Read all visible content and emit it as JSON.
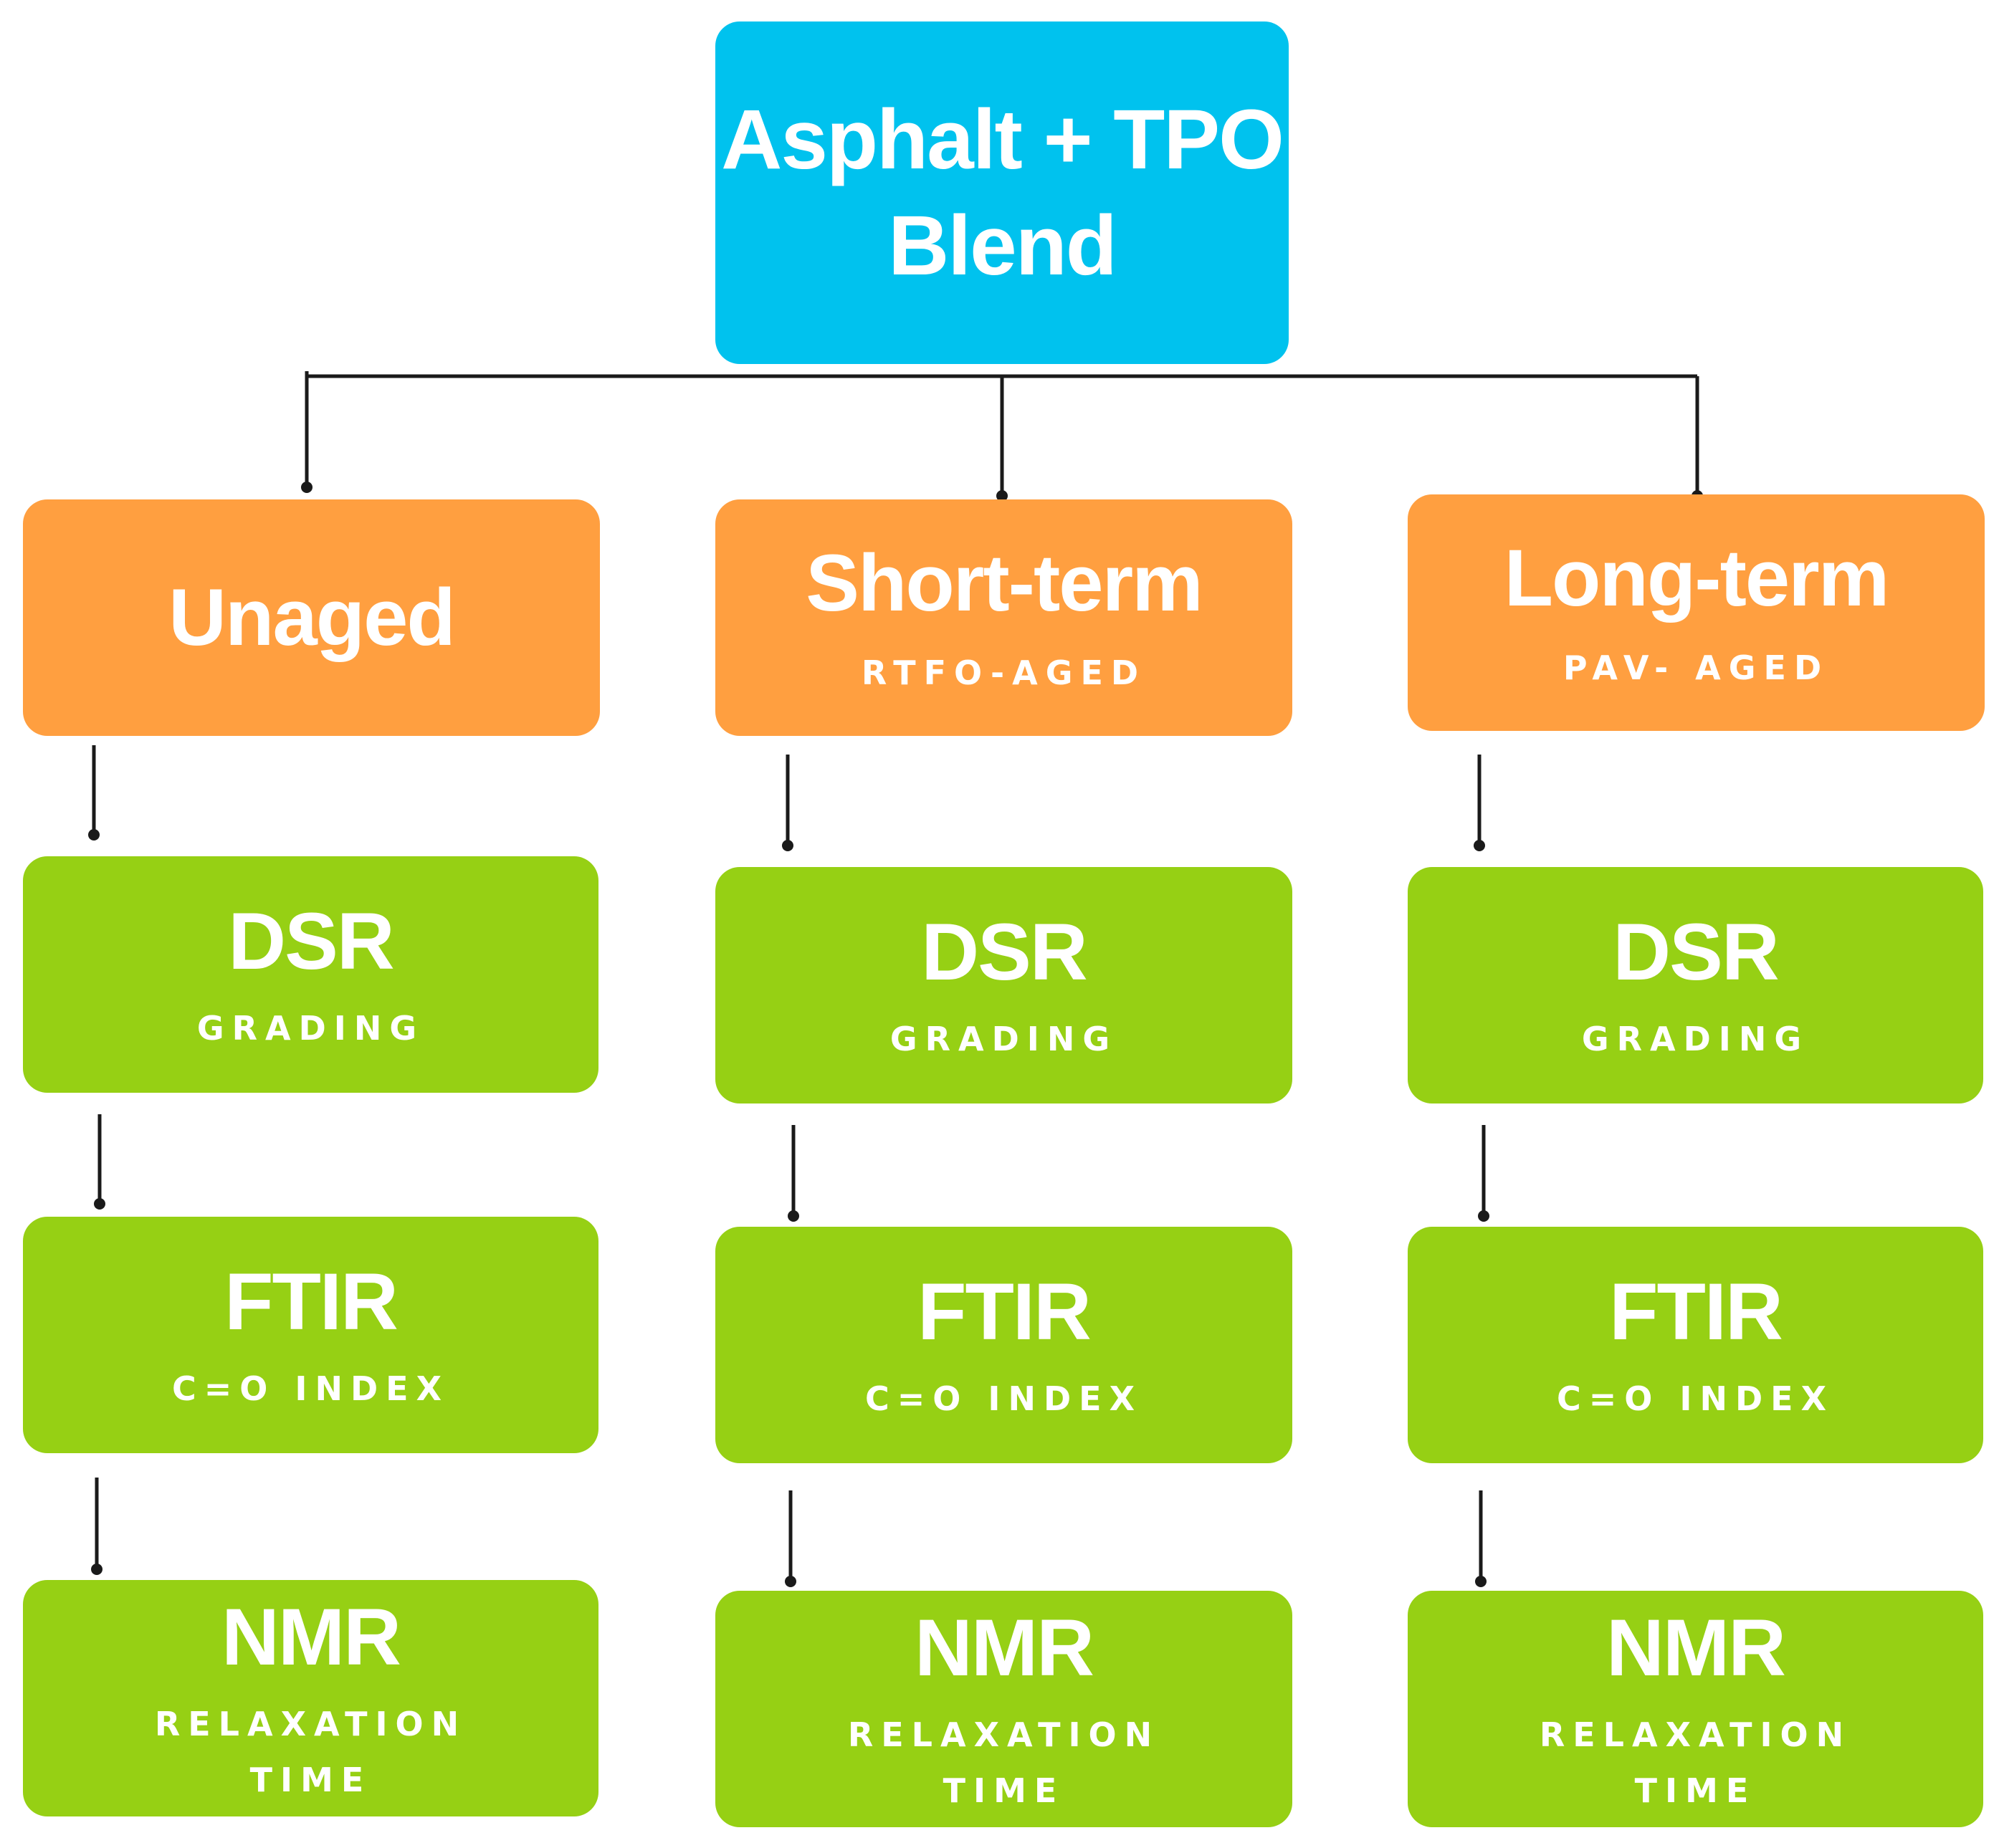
{
  "root": {
    "title_line1": "Asphalt + TPO",
    "title_line2": "Blend"
  },
  "columns": [
    {
      "stage": {
        "title": "Unaged",
        "subtitle": ""
      },
      "tests": [
        {
          "title": "DSR",
          "subtitle_line1": "GRADING",
          "subtitle_line2": ""
        },
        {
          "title": "FTIR",
          "subtitle_line1": "C=O INDEX",
          "subtitle_line2": ""
        },
        {
          "title": "NMR",
          "subtitle_line1": "RELAXATION",
          "subtitle_line2": "TIME"
        }
      ]
    },
    {
      "stage": {
        "title": "Short-term",
        "subtitle": "RTFO-AGED"
      },
      "tests": [
        {
          "title": "DSR",
          "subtitle_line1": "GRADING",
          "subtitle_line2": ""
        },
        {
          "title": "FTIR",
          "subtitle_line1": "C=O INDEX",
          "subtitle_line2": ""
        },
        {
          "title": "NMR",
          "subtitle_line1": "RELAXATION",
          "subtitle_line2": "TIME"
        }
      ]
    },
    {
      "stage": {
        "title": "Long-term",
        "subtitle": "PAV- AGED"
      },
      "tests": [
        {
          "title": "DSR",
          "subtitle_line1": "GRADING",
          "subtitle_line2": ""
        },
        {
          "title": "FTIR",
          "subtitle_line1": "C=O INDEX",
          "subtitle_line2": ""
        },
        {
          "title": "NMR",
          "subtitle_line1": "RELAXATION",
          "subtitle_line2": "TIME"
        }
      ]
    }
  ],
  "colors": {
    "root": "#00c2ee",
    "stage": "#ff9f40",
    "test": "#96d014",
    "text": "#ffffff",
    "connector": "#1a1a1a"
  }
}
